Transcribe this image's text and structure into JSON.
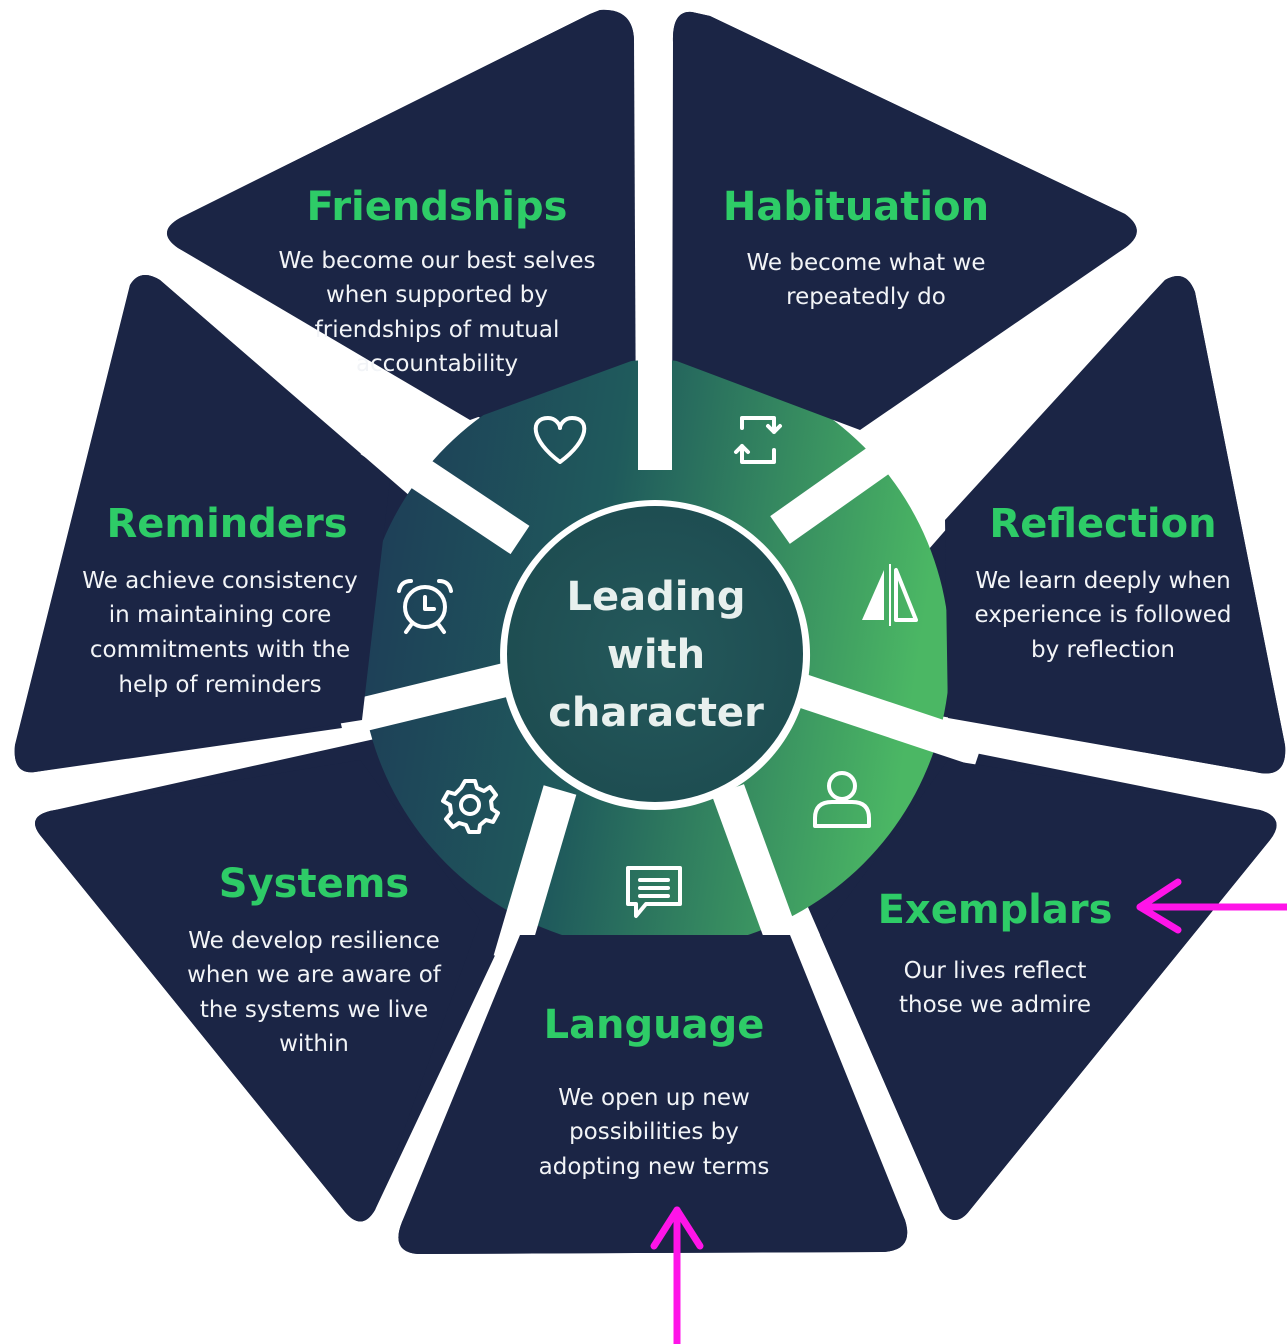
{
  "center": {
    "lines": [
      "Leading",
      "with",
      "character"
    ]
  },
  "segments": [
    {
      "title": "Friendships",
      "body": [
        "We become our best selves",
        "when supported by",
        "friendships of mutual",
        "accountability"
      ],
      "icon": "heart-icon"
    },
    {
      "title": "Habituation",
      "body": [
        "We become what we",
        "repeatedly do"
      ],
      "icon": "repeat-icon"
    },
    {
      "title": "Reflection",
      "body": [
        "We learn deeply when",
        "experience is followed",
        "by reflection"
      ],
      "icon": "reflect-icon"
    },
    {
      "title": "Exemplars",
      "body": [
        "Our lives reflect",
        "those we admire"
      ],
      "icon": "person-icon"
    },
    {
      "title": "Language",
      "body": [
        "We open up new",
        "possibilities by",
        "adopting new terms"
      ],
      "icon": "chat-icon"
    },
    {
      "title": "Systems",
      "body": [
        "We develop resilience",
        "when we are aware of",
        "the systems we live",
        "within"
      ],
      "icon": "gear-icon"
    },
    {
      "title": "Reminders",
      "body": [
        "We achieve consistency",
        "in maintaining core",
        "commitments with the",
        "help of reminders"
      ],
      "icon": "alarm-clock-icon"
    }
  ],
  "colors": {
    "panel": "#1b2545",
    "title": "#2ecc67",
    "body_text": "#f2f4f7",
    "ring_light": "#4caf63",
    "ring_dark": "#1d4a55",
    "arrow": "#ff14e8"
  },
  "annotations": [
    "pointer-arrow-exemplars",
    "pointer-arrow-language"
  ]
}
